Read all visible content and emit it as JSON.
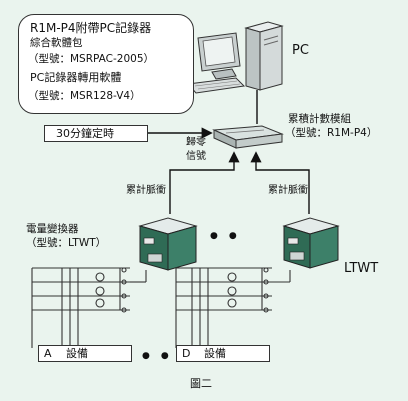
{
  "callout": {
    "line1": "R1M-P4附帶PC記錄器",
    "line2": "綜合軟體包",
    "line3": "（型號：MSRPAC-2005）",
    "line4": "PC記錄器轉用軟體",
    "line5": "（型號：MSR128-V4）"
  },
  "pc_label": "PC",
  "timer_label": "30分鐘定時",
  "reset_signal": {
    "line1": "歸零",
    "line2": "信號"
  },
  "module": {
    "name": "累積計數模組",
    "model": "（型號：R1M-P4）"
  },
  "pulse_left": "累計脈衝",
  "pulse_right": "累計脈衝",
  "converter": {
    "name": "電量變換器",
    "model": "（型號：LTWT）"
  },
  "ltwt_label": "LTWT",
  "ellipsis_top": "●　●",
  "ellipsis_bottom": "●　●",
  "equipment_a": {
    "letter": "A",
    "label": "設備"
  },
  "equipment_d": {
    "letter": "D",
    "label": "設備"
  },
  "caption": "圖二"
}
